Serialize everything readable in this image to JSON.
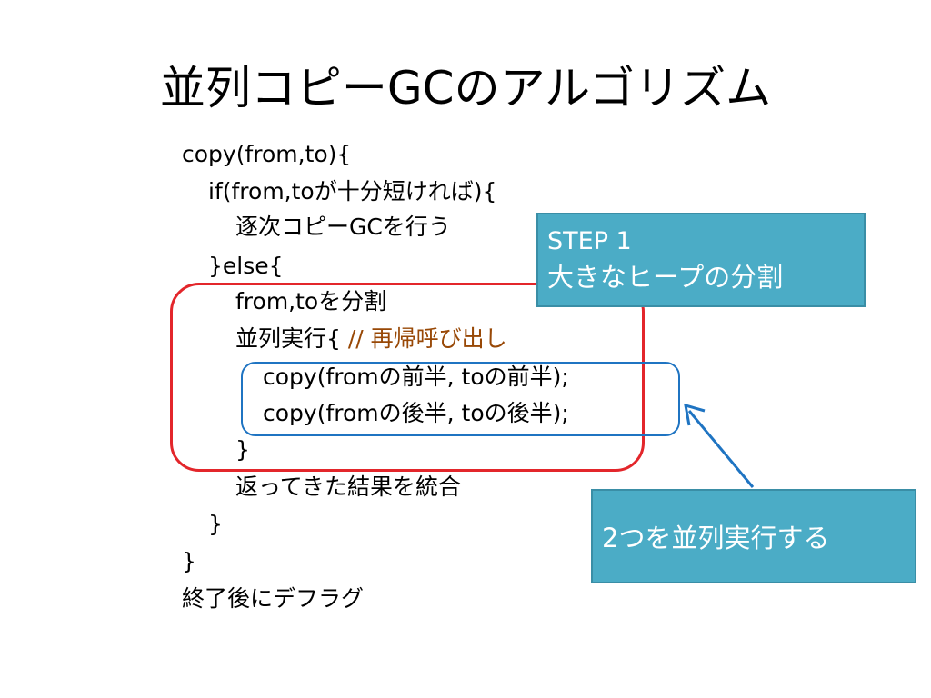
{
  "slide": {
    "title": "並列コピーGCのアルゴリズム",
    "code_lines": [
      {
        "text": "copy(from,to){",
        "comment": ""
      },
      {
        "text": "if(from,toが十分短ければ){",
        "comment": ""
      },
      {
        "text": "逐次コピーGCを行う",
        "comment": ""
      },
      {
        "text": "}else{",
        "comment": ""
      },
      {
        "text": "from,toを分割",
        "comment": ""
      },
      {
        "text": "並列実行{ ",
        "comment": "// 再帰呼び出し"
      },
      {
        "text": "copy(fromの前半, toの前半);",
        "comment": ""
      },
      {
        "text": "copy(fromの後半, toの後半);",
        "comment": ""
      },
      {
        "text": "}",
        "comment": ""
      },
      {
        "text": "返ってきた結果を統合",
        "comment": ""
      },
      {
        "text": "}",
        "comment": ""
      },
      {
        "text": "}",
        "comment": ""
      },
      {
        "text": "終了後にデフラグ",
        "comment": ""
      }
    ],
    "callout_step": {
      "line1": "STEP 1",
      "line2": "大きなヒープの分割"
    },
    "callout_parallel": {
      "text": "2つを並列実行する"
    },
    "colors": {
      "red_box": "#e3262b",
      "blue_box": "#1f74c2",
      "callout_fill": "#4bacc6",
      "comment_text": "#984806"
    }
  }
}
